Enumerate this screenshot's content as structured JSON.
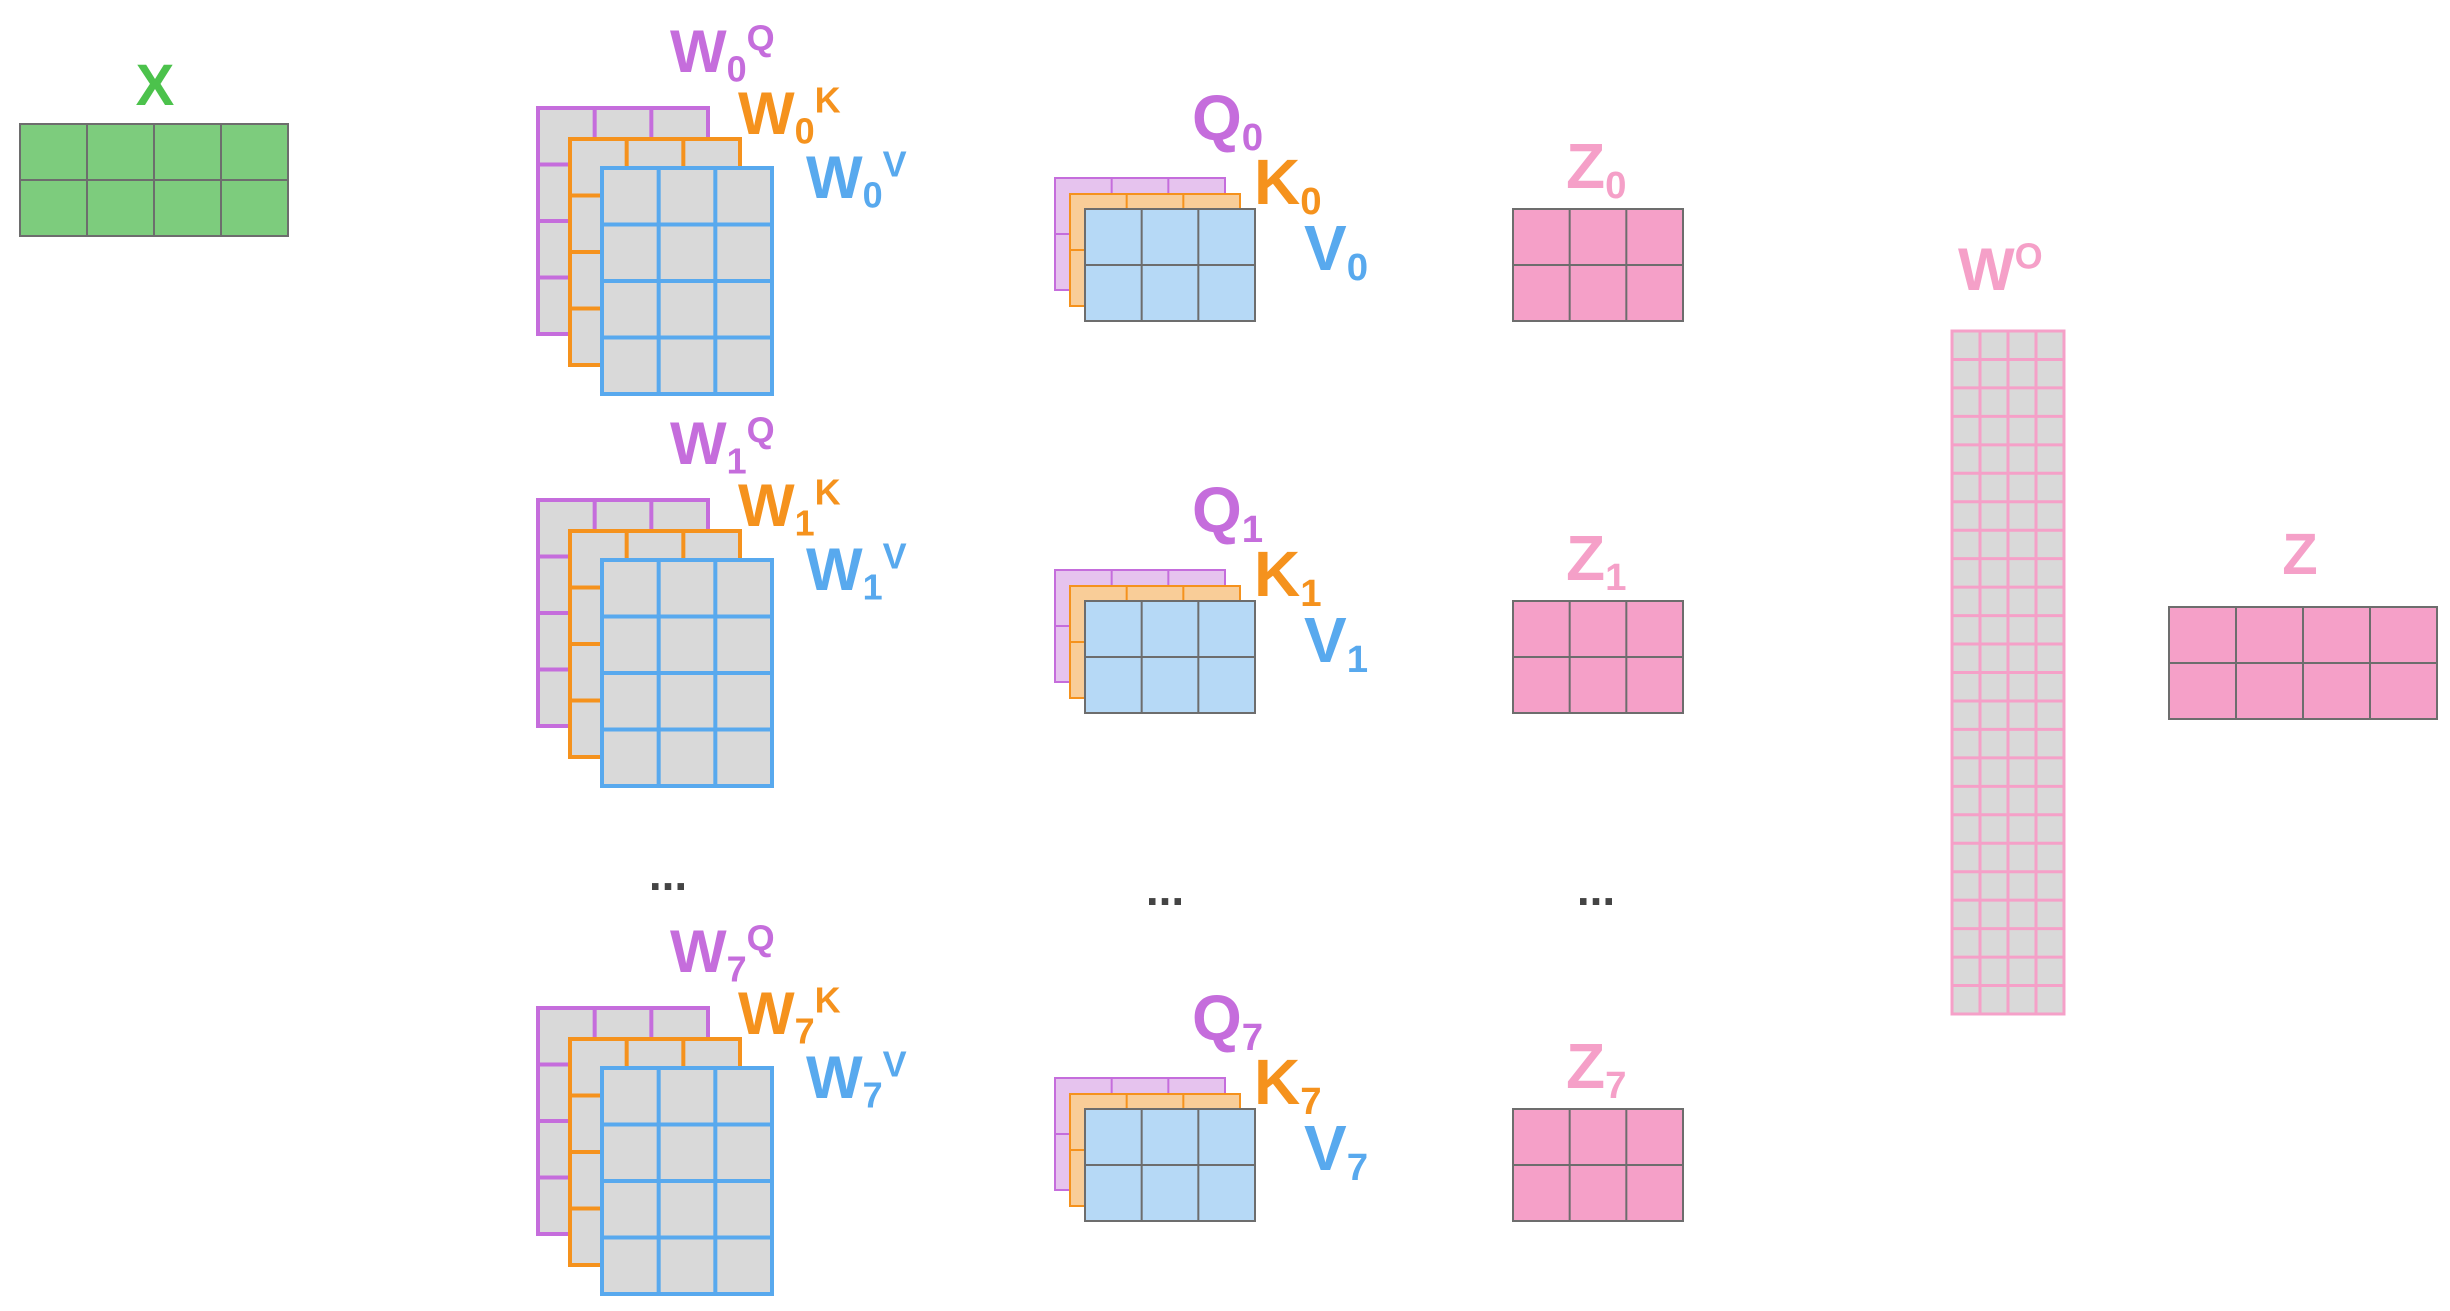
{
  "colors": {
    "x": "#7dcc7d",
    "q": "#c56ddc",
    "k": "#f5921d",
    "v": "#58a9ee",
    "z": "#f5a0c8",
    "grid_fill": "#d9d9d9",
    "border_dark": "#6d6d6d"
  },
  "x_label": "X",
  "heads": [
    {
      "wq": {
        "base": "W",
        "sub": "0",
        "sup": "Q"
      },
      "wk": {
        "base": "W",
        "sub": "0",
        "sup": "K"
      },
      "wv": {
        "base": "W",
        "sub": "0",
        "sup": "V"
      },
      "q": {
        "base": "Q",
        "sub": "0"
      },
      "k": {
        "base": "K",
        "sub": "0"
      },
      "v": {
        "base": "V",
        "sub": "0"
      },
      "z": {
        "base": "Z",
        "sub": "0"
      }
    },
    {
      "wq": {
        "base": "W",
        "sub": "1",
        "sup": "Q"
      },
      "wk": {
        "base": "W",
        "sub": "1",
        "sup": "K"
      },
      "wv": {
        "base": "W",
        "sub": "1",
        "sup": "V"
      },
      "q": {
        "base": "Q",
        "sub": "1"
      },
      "k": {
        "base": "K",
        "sub": "1"
      },
      "v": {
        "base": "V",
        "sub": "1"
      },
      "z": {
        "base": "Z",
        "sub": "1"
      }
    },
    {
      "wq": {
        "base": "W",
        "sub": "7",
        "sup": "Q"
      },
      "wk": {
        "base": "W",
        "sub": "7",
        "sup": "K"
      },
      "wv": {
        "base": "W",
        "sub": "7",
        "sup": "V"
      },
      "q": {
        "base": "Q",
        "sub": "7"
      },
      "k": {
        "base": "K",
        "sub": "7"
      },
      "v": {
        "base": "V",
        "sub": "7"
      },
      "z": {
        "base": "Z",
        "sub": "7"
      }
    }
  ],
  "ellipsis": "...",
  "wo_label": {
    "base": "W",
    "sup": "O"
  },
  "z_label": "Z"
}
